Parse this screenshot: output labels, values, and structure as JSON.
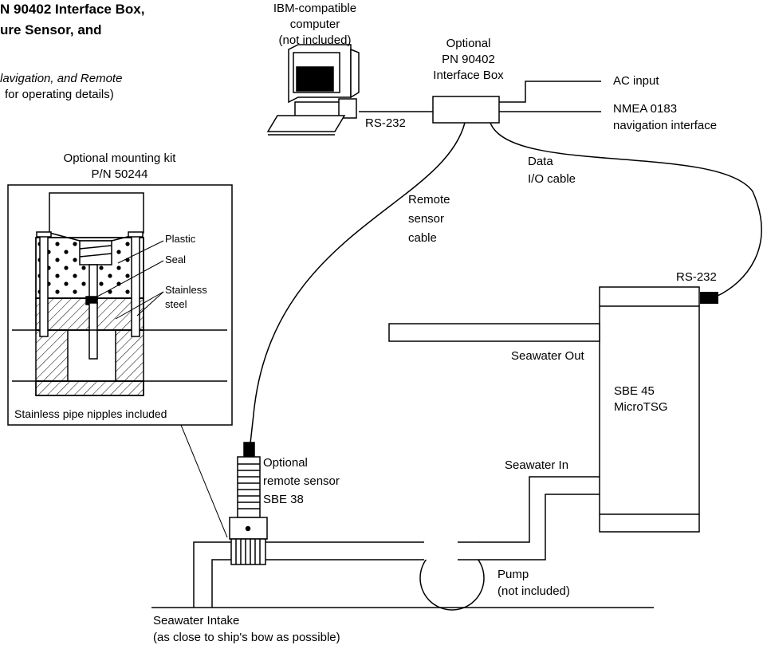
{
  "header": {
    "title_line1": "N 90402 Interface Box,",
    "title_line2": "ure Sensor, and",
    "note_line1": "lavigation, and Remote",
    "note_line2": "for operating details)"
  },
  "computer": {
    "label_line1": "IBM-compatible",
    "label_line2": "computer",
    "label_line3": "(not included)"
  },
  "interface_box": {
    "label_line1": "Optional",
    "label_line2": "PN 90402",
    "label_line3": "Interface Box"
  },
  "links": {
    "rs232_pc": "RS-232",
    "ac_input": "AC input",
    "nmea_line1": "NMEA 0183",
    "nmea_line2": "navigation interface",
    "data_io_line1": "Data",
    "data_io_line2": "I/O cable",
    "remote_cable_line1": "Remote",
    "remote_cable_line2": "sensor",
    "remote_cable_line3": "cable",
    "rs232_tsg": "RS-232"
  },
  "mounting_kit": {
    "title_line1": "Optional mounting kit",
    "title_line2": "P/N 50244",
    "part_plastic": "Plastic",
    "part_seal": "Seal",
    "part_stainless_line1": "Stainless",
    "part_stainless_line2": "steel",
    "footer": "Stainless pipe nipples included"
  },
  "tsg": {
    "label_line1": "SBE 45",
    "label_line2": "MicroTSG",
    "seawater_out": "Seawater Out",
    "seawater_in": "Seawater In"
  },
  "remote_sensor": {
    "label_line1": "Optional",
    "label_line2": "remote sensor",
    "label_line3": "SBE 38"
  },
  "pump": {
    "label_line1": "Pump",
    "label_line2": "(not included)"
  },
  "intake": {
    "label_line1": "Seawater Intake",
    "label_line2": "(as close to ship's bow as possible)"
  }
}
